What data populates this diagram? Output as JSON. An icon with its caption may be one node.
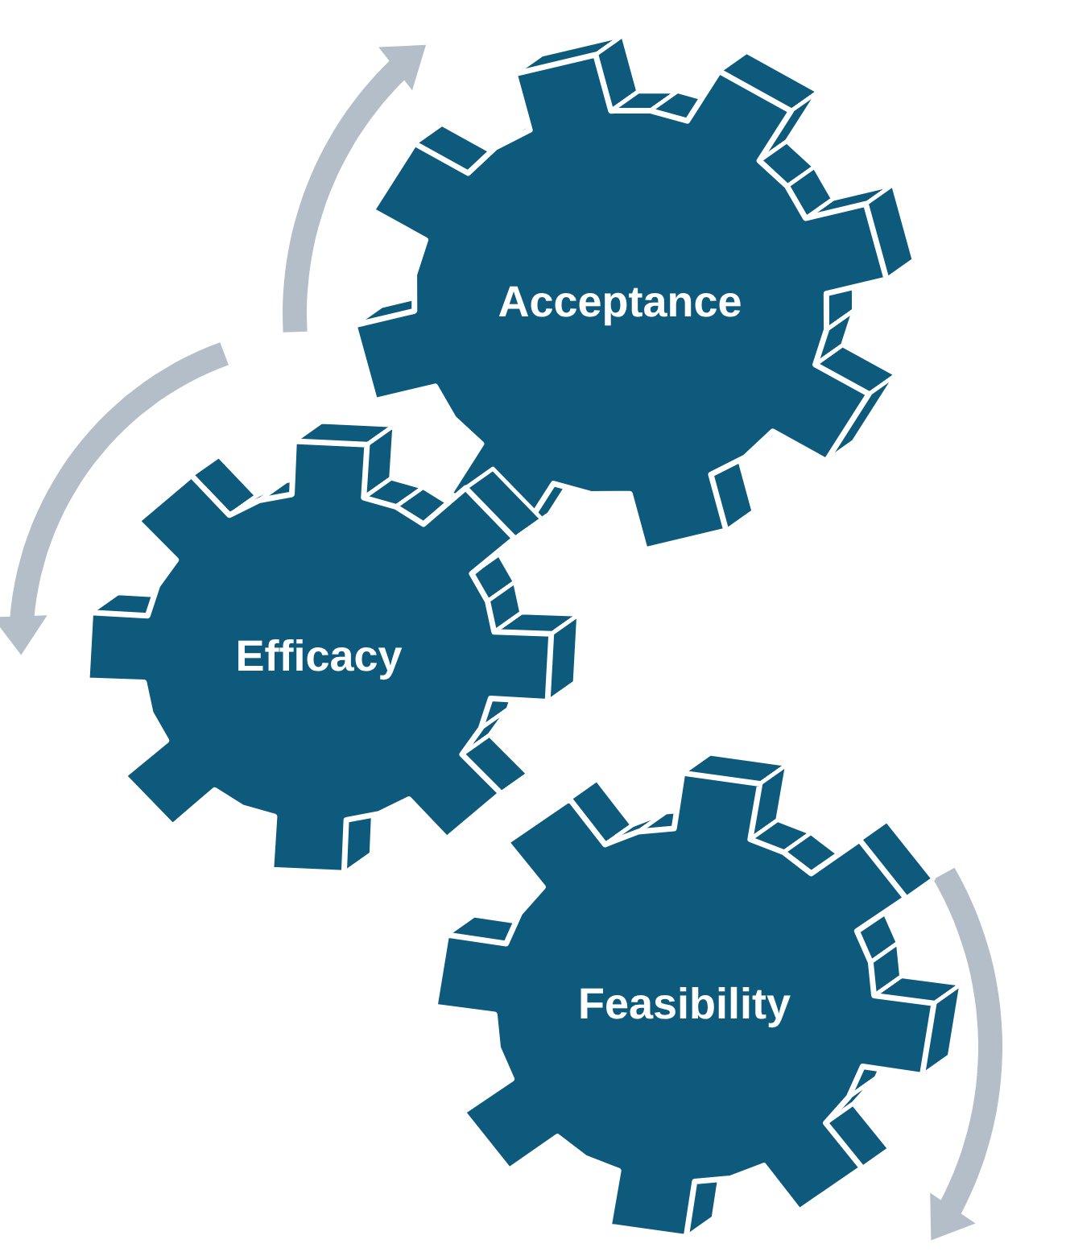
{
  "diagram": {
    "nodes": [
      {
        "text": [
          "Acceptance"
        ]
      },
      {
        "text": [
          "Efficacy"
        ]
      },
      {
        "text": [
          "Feasibility"
        ]
      }
    ]
  }
}
